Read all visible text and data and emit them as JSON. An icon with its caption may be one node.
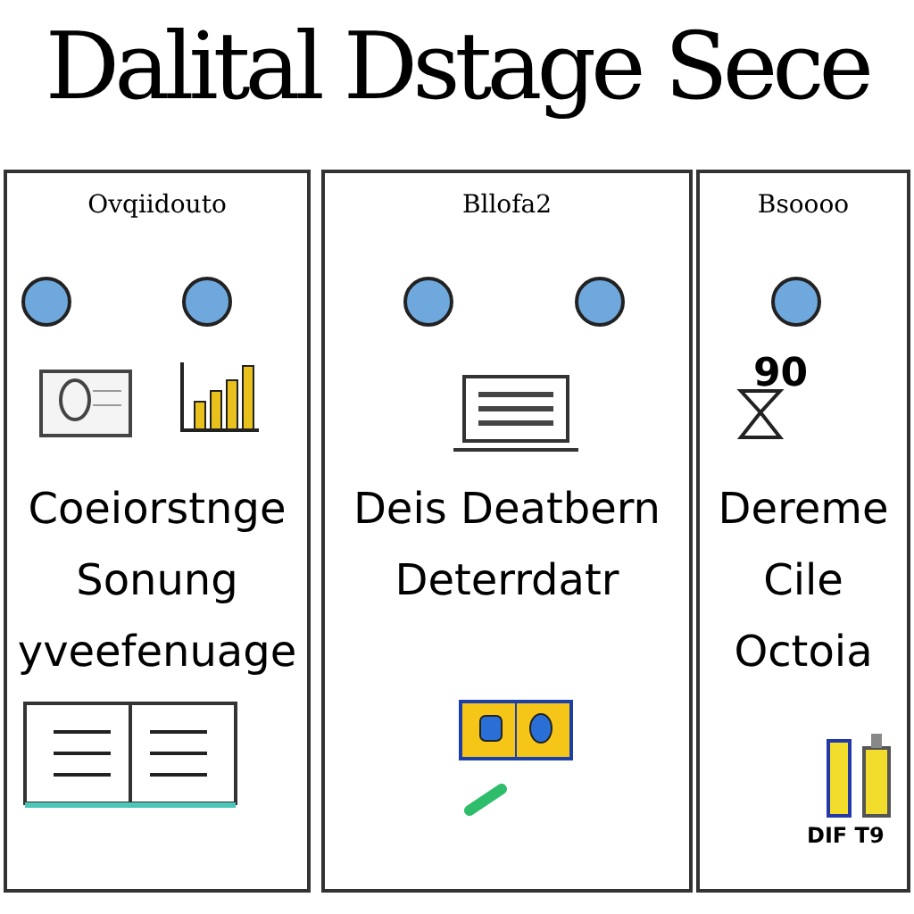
{
  "diagram": {
    "title": "Dalital Dstage Sece",
    "nodes": [
      {
        "text": [
          "Ovqiidouto",
          "Coeiorstnge Sonung yveefenuage"
        ]
      },
      {
        "text": [],
        "shape": "circle",
        "in": 0
      },
      {
        "text": [],
        "shape": "circle",
        "in": 0
      },
      {
        "text": [
          "Bllofa2",
          "Deis Deatbern Deterrdatr"
        ]
      },
      {
        "text": [],
        "shape": "circle",
        "in": 3
      },
      {
        "text": [],
        "shape": "circle",
        "in": 3
      },
      {
        "text": [
          "Bsoooo",
          "Dereme Cile Octoia"
        ]
      },
      {
        "text": [],
        "shape": "circle",
        "in": 6
      }
    ],
    "edges": [],
    "labels": [
      "90",
      "DIF T9"
    ]
  }
}
